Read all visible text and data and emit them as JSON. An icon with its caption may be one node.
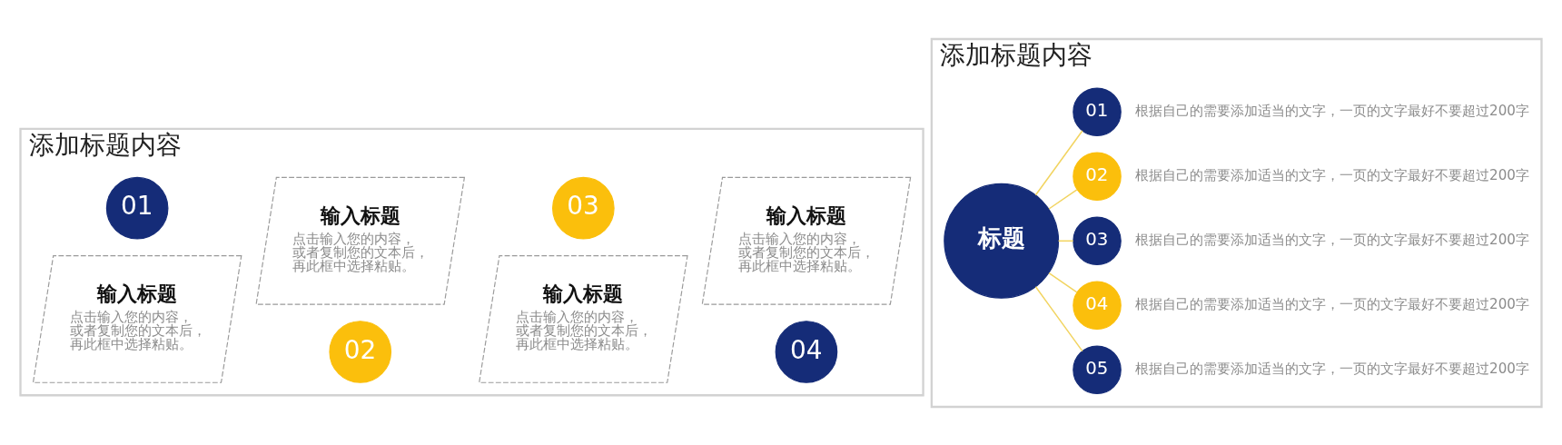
{
  "diagram": {
    "nodes": [
      {
        "text": [
          "添加标题内容"
        ]
      },
      {
        "text": [
          "01"
        ],
        "in": 0
      },
      {
        "text": [
          "输入标题",
          "点击输入您的内容，或者复制您的文本后，再此框中选择粘贴。"
        ],
        "in": 0
      },
      {
        "text": [
          "输入标题",
          "点击输入您的内容，或者复制您的文本后，再此框中选择粘贴。"
        ],
        "in": 0
      },
      {
        "text": [
          "02"
        ],
        "in": 0
      },
      {
        "text": [
          "03"
        ],
        "in": 0
      },
      {
        "text": [
          "输入标题",
          "点击输入您的内容，或者复制您的文本后，再此框中选择粘贴。"
        ],
        "in": 0
      },
      {
        "text": [
          "输入标题",
          "点击输入您的内容，或者复制您的文本后，再此框中选择粘贴。"
        ],
        "in": 0
      },
      {
        "text": [
          "04"
        ],
        "in": 0
      },
      {
        "text": [
          "添加标题内容"
        ]
      },
      {
        "text": [
          "标题"
        ],
        "in": 9
      },
      {
        "text": [
          "01"
        ],
        "in": 9,
        "beside": [
          "根据自己的需要添加适当的文字，一页的文字最好不要超过200字"
        ]
      },
      {
        "text": [
          "02"
        ],
        "in": 9,
        "beside": [
          "根据自己的需要添加适当的文字，一页的文字最好不要超过200字"
        ]
      },
      {
        "text": [
          "03"
        ],
        "in": 9,
        "beside": [
          "根据自己的需要添加适当的文字，一页的文字最好不要超过200字"
        ]
      },
      {
        "text": [
          "04"
        ],
        "in": 9,
        "beside": [
          "根据自己的需要添加适当的文字，一页的文字最好不要超过200字"
        ]
      },
      {
        "text": [
          "05"
        ],
        "in": 9,
        "beside": [
          "根据自己的需要添加适当的文字，一页的文字最好不要超过200字"
        ]
      }
    ],
    "edges": [
      {
        "from": 10,
        "to": 11,
        "arrow": "none"
      },
      {
        "from": 10,
        "to": 12,
        "arrow": "none"
      },
      {
        "from": 10,
        "to": 13,
        "arrow": "none"
      },
      {
        "from": 10,
        "to": 14,
        "arrow": "none"
      },
      {
        "from": 10,
        "to": 15,
        "arrow": "none"
      }
    ]
  }
}
